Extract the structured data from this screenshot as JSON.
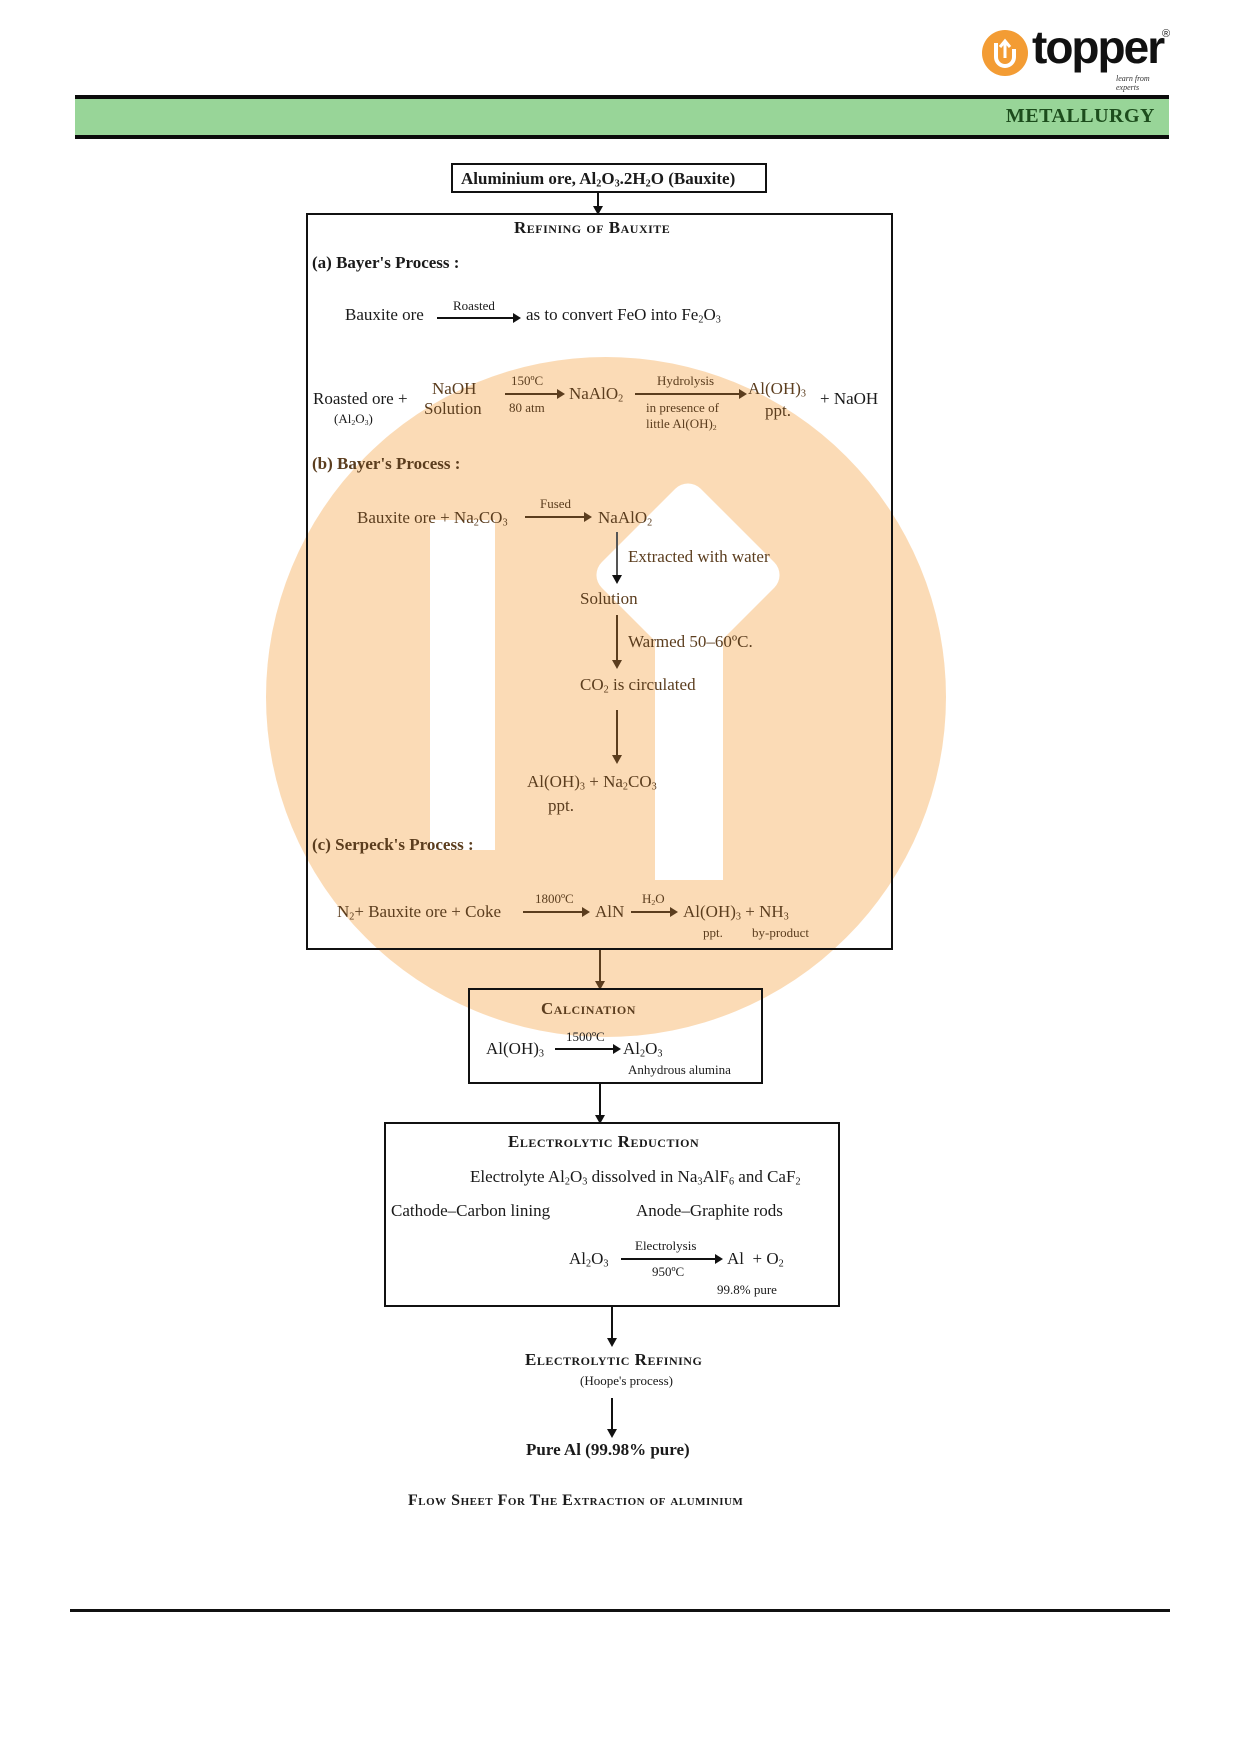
{
  "header": {
    "brand": "topper",
    "brand_tagline": "learn from experts",
    "registered_mark": "®",
    "section_title": "METALLURGY"
  },
  "colors": {
    "header_band": "#98d598",
    "header_title": "#1c4c1c",
    "logo_orange": "#f39c34",
    "watermark": "#fbd8b0",
    "arrow_brown": "#5b3d1e"
  },
  "flow": {
    "ore_box": {
      "pre": "Aluminium ore, Al",
      "s1": "2",
      "m1": "O",
      "s2": "3",
      "m2": ".2H",
      "s3": "2",
      "post": "O (Bauxite)"
    },
    "refining": {
      "title": "Refining of Bauxite",
      "a": {
        "heading": "(a) Bayer's Process :",
        "eq1": {
          "left": "Bauxite ore",
          "arrow_top": "Roasted",
          "right_pre": "as to convert FeO into Fe",
          "s1": "2",
          "m": "O",
          "s2": "3"
        },
        "eq2": {
          "left": "Roasted ore +",
          "left_sub": {
            "pre": "(Al",
            "s1": "2",
            "m": "O",
            "s2": "3",
            "post": ")"
          },
          "reagent_top": "NaOH",
          "reagent_bottom": "Solution",
          "arrow1_top": "150ºC",
          "arrow1_bottom": "80 atm",
          "mid_pre": "NaAlO",
          "mid_sub": "2",
          "arrow2_top": "Hydrolysis",
          "arrow2_bottom1": "in presence of",
          "arrow2_bottom2_pre": "little Al(OH)",
          "arrow2_bottom2_sub": "2",
          "product_pre": "Al(OH)",
          "product_sub": "3",
          "product_note": "ppt.",
          "byproduct": "+ NaOH"
        }
      },
      "b": {
        "heading": "(b) Bayer's Process :",
        "eq_left_pre": "Bauxite ore + Na",
        "eq_left_s1": "2",
        "eq_left_m": "CO",
        "eq_left_s2": "3",
        "arrow_top": "Fused",
        "eq_right_pre": "NaAlO",
        "eq_right_sub": "2",
        "step1_label": "Extracted with water",
        "step1_result": "Solution",
        "step2_label": "Warmed 50–60ºC.",
        "step2_result_pre": "CO",
        "step2_result_sub": "2",
        "step2_result_post": " is circulated",
        "final_pre": "Al(OH)",
        "final_s1": "3",
        "final_m": " + Na",
        "final_s2": "2",
        "final_m2": "CO",
        "final_s3": "3",
        "final_note": "ppt."
      },
      "c": {
        "heading": "(c) Serpeck's Process :",
        "left_pre": "N",
        "left_sub": "2",
        "left_post": "+ Bauxite ore + Coke",
        "arrow1_top": "1800ºC",
        "mid": "AlN",
        "arrow2_top_pre": "H",
        "arrow2_top_sub": "2",
        "arrow2_top_post": "O",
        "product_pre": "Al(OH)",
        "product_sub": "3",
        "product_mid": " + NH",
        "product_sub2": "3",
        "product_note": "ppt.",
        "byproduct_note": "by-product"
      }
    },
    "calcination": {
      "title": "Calcination",
      "left_pre": "Al(OH)",
      "left_sub": "3",
      "arrow_top": "1500ºC",
      "right_pre": "Al",
      "right_s1": "2",
      "right_m": "O",
      "right_s2": "3",
      "note": "Anhydrous alumina"
    },
    "electrolytic_reduction": {
      "title": "Electrolytic Reduction",
      "electrolyte": {
        "p1": "Electrolyte Al",
        "s1": "2",
        "p2": "O",
        "s2": "3",
        "p3": " dissolved in Na",
        "s3": "3",
        "p4": "AlF",
        "s4": "6",
        "p5": " and CaF",
        "s5": "2"
      },
      "cathode": "Cathode–Carbon lining",
      "anode": "Anode–Graphite rods",
      "left_pre": "Al",
      "left_s1": "2",
      "left_m": "O",
      "left_s2": "3",
      "arrow_top": "Electrolysis",
      "arrow_bottom": "950ºC",
      "right_pre": "Al  + O",
      "right_sub": "2",
      "purity": "99.8% pure"
    },
    "electrolytic_refining": {
      "title": "Electrolytic Refining",
      "subtitle": "(Hoope's process)"
    },
    "final_product": "Pure Al (99.98% pure)",
    "caption": "Flow  Sheet For The Extraction of aluminium"
  }
}
